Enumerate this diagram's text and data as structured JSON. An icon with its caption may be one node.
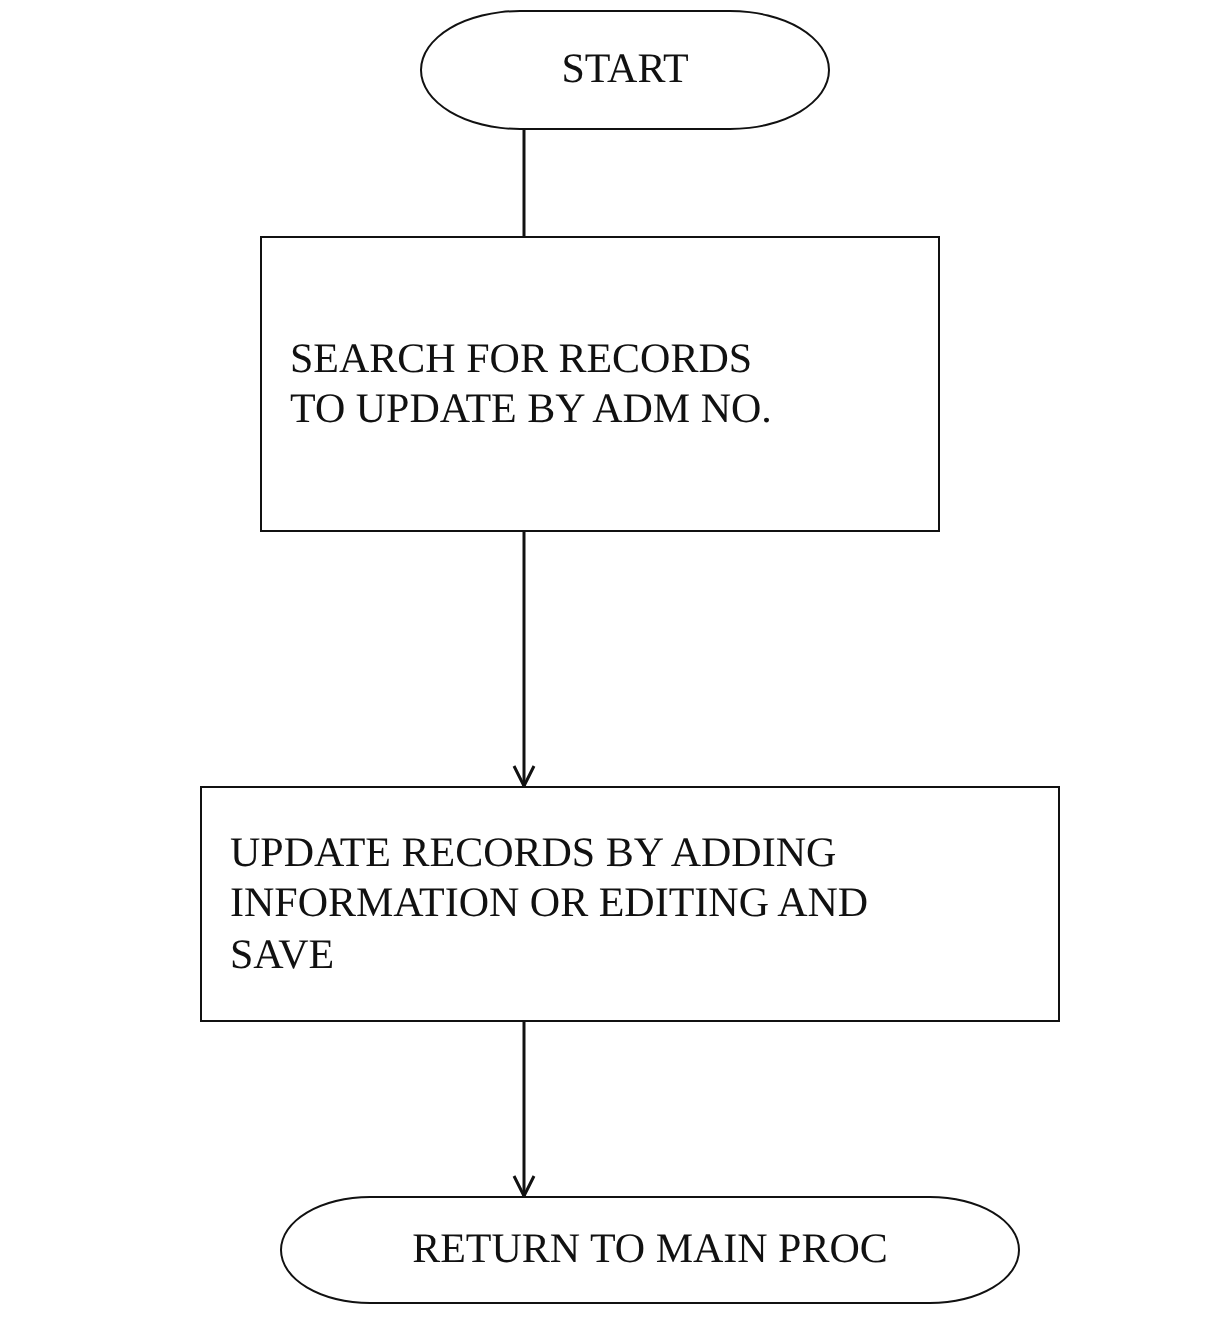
{
  "diagram": {
    "nodes": [
      {
        "text": [
          "START"
        ]
      },
      {
        "text": [
          "SEARCH FOR RECORDS TO UPDATE BY ADM NO."
        ]
      },
      {
        "text": [
          "UPDATE RECORDS BY ADDING INFORMATION OR EDITING AND SAVE"
        ]
      },
      {
        "text": [
          "RETURN TO MAIN PROC"
        ]
      }
    ],
    "edges": [
      {
        "from": 0,
        "to": 1,
        "arrow": "none"
      },
      {
        "from": 1,
        "to": 2,
        "arrow": "to"
      },
      {
        "from": 2,
        "to": 3,
        "arrow": "to"
      }
    ]
  }
}
